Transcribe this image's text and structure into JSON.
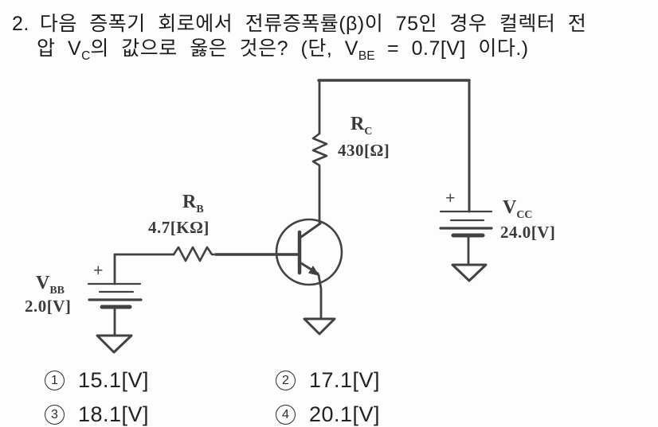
{
  "question": {
    "number": "2.",
    "line1": "다음 증폭기 회로에서 전류증폭률(β)이 75인 경우 컬렉터 전",
    "line2": {
      "seg1": "압 V",
      "sub1": "C",
      "seg2": "의 값으로 옳은 것은? (단, V",
      "sub2": "BE",
      "seg3": " = 0.7[V] 이다.)"
    }
  },
  "circuit": {
    "rb": {
      "name": "R",
      "sub": "B",
      "value": "4.7[KΩ]"
    },
    "rc": {
      "name": "R",
      "sub": "C",
      "value": "430[Ω]"
    },
    "vbb": {
      "name": "V",
      "sub": "BB",
      "value": "2.0[V]",
      "plus": "+"
    },
    "vcc": {
      "name": "V",
      "sub": "CC",
      "value": "24.0[V]",
      "plus": "+"
    },
    "transistor": "npn-bjt"
  },
  "options": [
    {
      "num": "1",
      "label": "15.1[V]"
    },
    {
      "num": "2",
      "label": "17.1[V]"
    },
    {
      "num": "3",
      "label": "18.1[V]"
    },
    {
      "num": "4",
      "label": "20.1[V]"
    }
  ],
  "colors": {
    "ink": "#1e1e1e",
    "line": "#424242",
    "background": "#fdfdfd"
  }
}
